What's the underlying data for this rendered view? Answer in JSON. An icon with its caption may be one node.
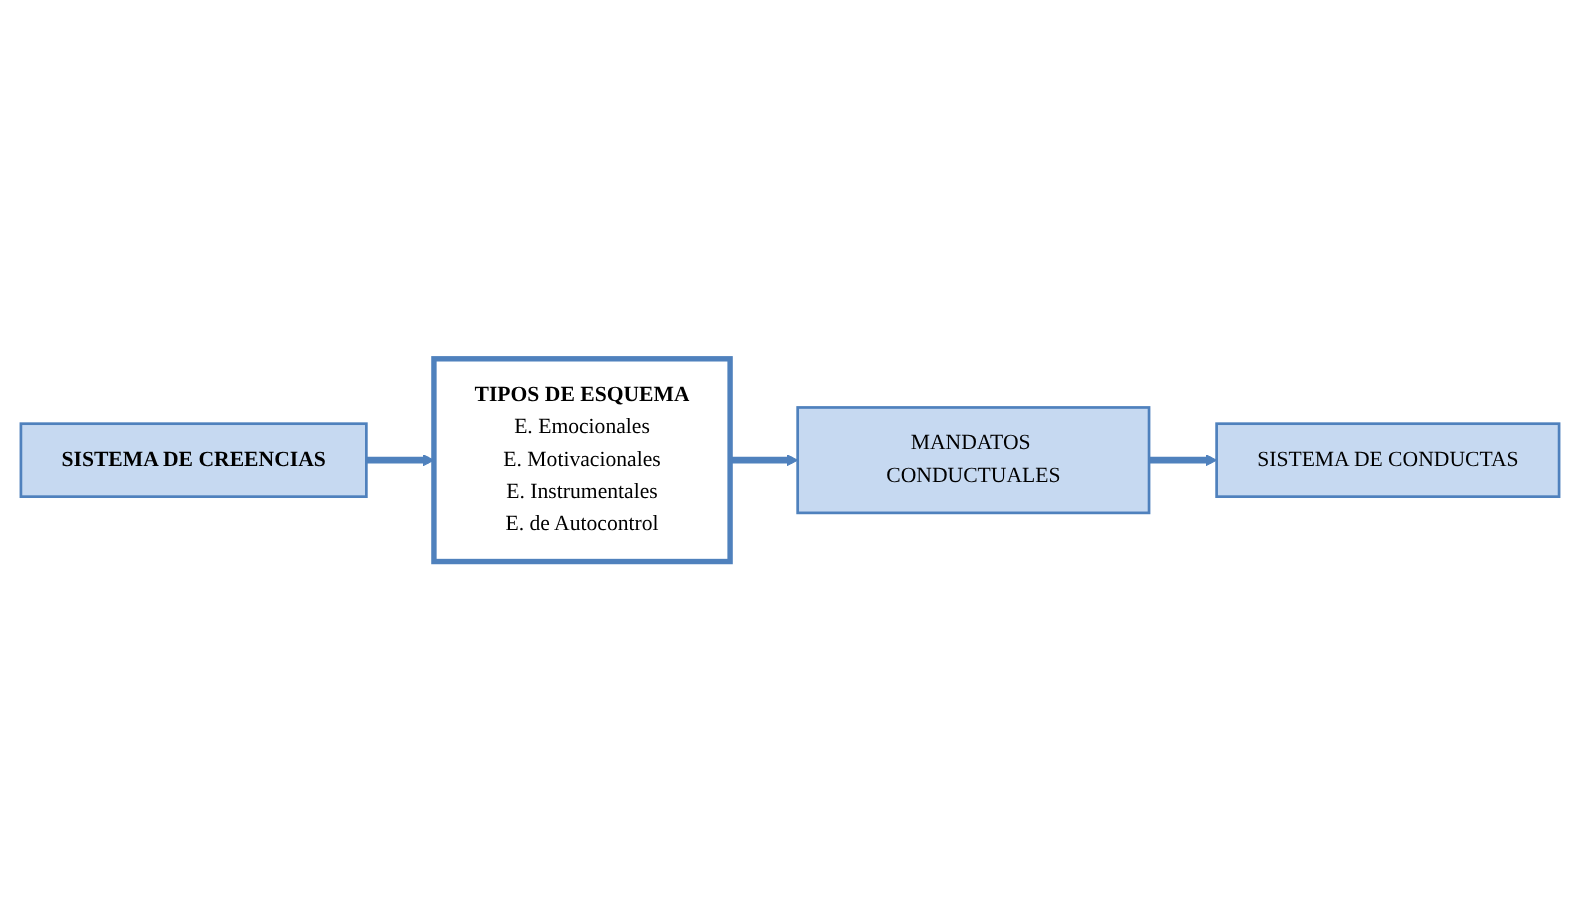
{
  "diagram": {
    "nodes": [
      {
        "text": [
          "TIPOS DE ESQUEMA",
          "E. Emocionales",
          "E. Motivacionales",
          "E. Instrumentales",
          "E. de Autocontrol"
        ]
      },
      {
        "text": [
          "MANDATOS CONDUCTUALES"
        ]
      },
      {
        "text": [
          "SISTEMA DE CREENCIAS"
        ]
      },
      {
        "text": [
          "SISTEMA DE CONDUCTAS"
        ]
      }
    ],
    "edges": [
      {
        "from": 0,
        "to": 1,
        "arrow": "to"
      },
      {
        "from": 2,
        "to": 0,
        "arrow": "to"
      },
      {
        "from": 1,
        "to": 3,
        "arrow": "to"
      }
    ]
  }
}
